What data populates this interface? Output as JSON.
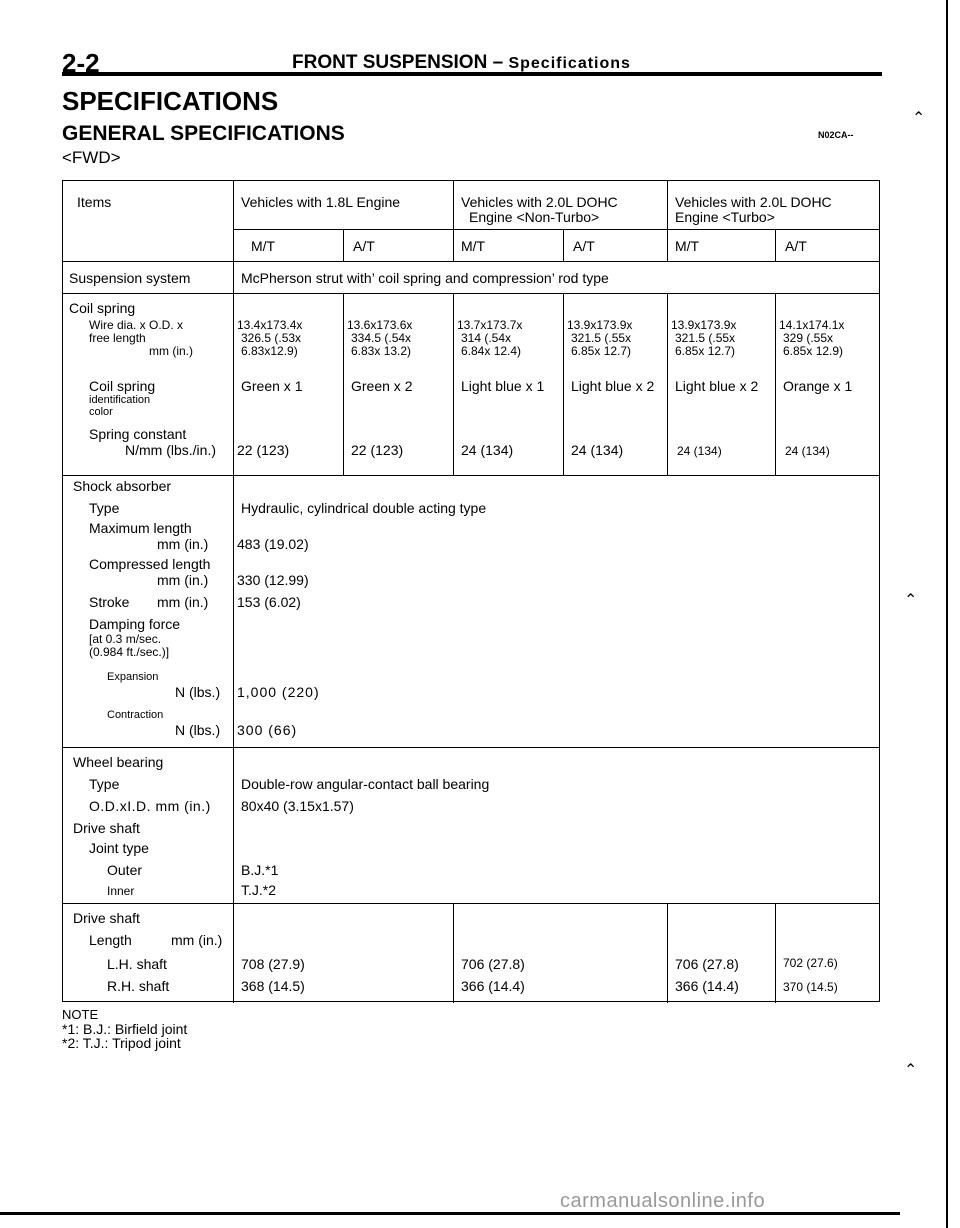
{
  "header": {
    "page_number": "2-2",
    "section": "FRONT SUSPENSION",
    "dash": "–",
    "subsection": "Specifications",
    "title": "SPECIFICATIONS",
    "subtitle": "GENERAL SPECIFICATIONS",
    "code": "N02CA--",
    "model": "<FWD>"
  },
  "table": {
    "items_label": "Items",
    "vehicles": [
      "Vehicles with 1.8L Engine",
      "Vehicles with 2.0L DOHC",
      "Engine <Non-Turbo>",
      "Vehicles with 2.0L DOHC",
      "Engine <Turbo>"
    ],
    "transmissions": [
      "M/T",
      "A/T",
      "M/T",
      "A/T",
      "M/T",
      "A/T"
    ],
    "suspension": {
      "label": "Suspension system",
      "value": "McPherson strut with’ coil spring and compression’ rod type"
    },
    "coil_spring": {
      "label": "Coil spring",
      "dims_label1": "Wire dia. x O.D. x",
      "dims_label2": "free length",
      "dims_unit": "mm (in.)",
      "row1": [
        "13.4x173.4x",
        "13.6x173.6x",
        "13.7x173.7x",
        "13.9x173.9x",
        "13.9x173.9x",
        "14.1x174.1x"
      ],
      "row2": [
        "326.5 (.53x",
        "334.5 (.54x",
        "314 (.54x",
        "321.5 (.55x",
        "321.5 (.55x",
        "329 (.55x"
      ],
      "row3": [
        "6.83x12.9)",
        "6.83x 13.2)",
        "6.84x 12.4)",
        "6.85x 12.7)",
        "6.85x 12.7)",
        "6.85x 12.9)"
      ],
      "id_label1": "Coil spring",
      "id_label2": "identification",
      "id_label3": "color",
      "id_values": [
        "Green x 1",
        "Green x 2",
        "Light blue x 1",
        "Light blue x 2",
        "Light blue x 2",
        "Orange x 1"
      ],
      "const_label": "Spring constant",
      "const_unit": "N/mm (lbs./in.)",
      "const_values": [
        "22 (123)",
        "22 (123)",
        "24 (134)",
        "24 (134)",
        "24 (134)",
        "24 (134)"
      ]
    },
    "shock": {
      "label": "Shock absorber",
      "type_label": "Type",
      "type_value": "Hydraulic, cylindrical double acting type",
      "max_label": "Maximum length",
      "max_unit": "mm (in.)",
      "max_value": "483 (19.02)",
      "comp_label": "Compressed length",
      "comp_unit": "mm (in.)",
      "comp_value": "330 (12.99)",
      "stroke_label": "Stroke",
      "stroke_unit": "mm (in.)",
      "stroke_value": "153 (6.02)",
      "damp_label1": "Damping force",
      "damp_label2": "[at 0.3 m/sec.",
      "damp_label3": "(0.984 ft./sec.)]",
      "exp_label": "Expansion",
      "exp_unit": "N (lbs.)",
      "exp_value": "1,000 (220)",
      "con_label": "Contraction",
      "con_unit": "N (lbs.)",
      "con_value": "300 (66)"
    },
    "wheel_bearing": {
      "label": "Wheel bearing",
      "type_label": "Type",
      "type_value": "Double-row angular-contact ball bearing",
      "od_label": "O.D.xI.D. mm (in.)",
      "od_value": "80x40 (3.15x1.57)"
    },
    "drive_shaft_joint": {
      "label": "Drive shaft",
      "joint_label": "Joint type",
      "outer_label": "Outer",
      "outer_value": "B.J.*1",
      "inner_label": "Inner",
      "inner_value": "T.J.*2"
    },
    "drive_shaft_len": {
      "label": "Drive shaft",
      "length_label": "Length",
      "length_unit": "mm (in.)",
      "lh_label": "L.H. shaft",
      "rh_label": "R.H. shaft",
      "lh_values": [
        "708 (27.9)",
        "706 (27.8)",
        "706 (27.8)",
        "702 (27.6)"
      ],
      "rh_values": [
        "368 (14.5)",
        "366 (14.4)",
        "366 (14.4)",
        "370 (14.5)"
      ]
    }
  },
  "notes": {
    "title": "NOTE",
    "n1": "*1: B.J.: Birfield joint",
    "n2": "*2: T.J.: Tripod joint"
  },
  "watermark": "carmanualsonline.info"
}
